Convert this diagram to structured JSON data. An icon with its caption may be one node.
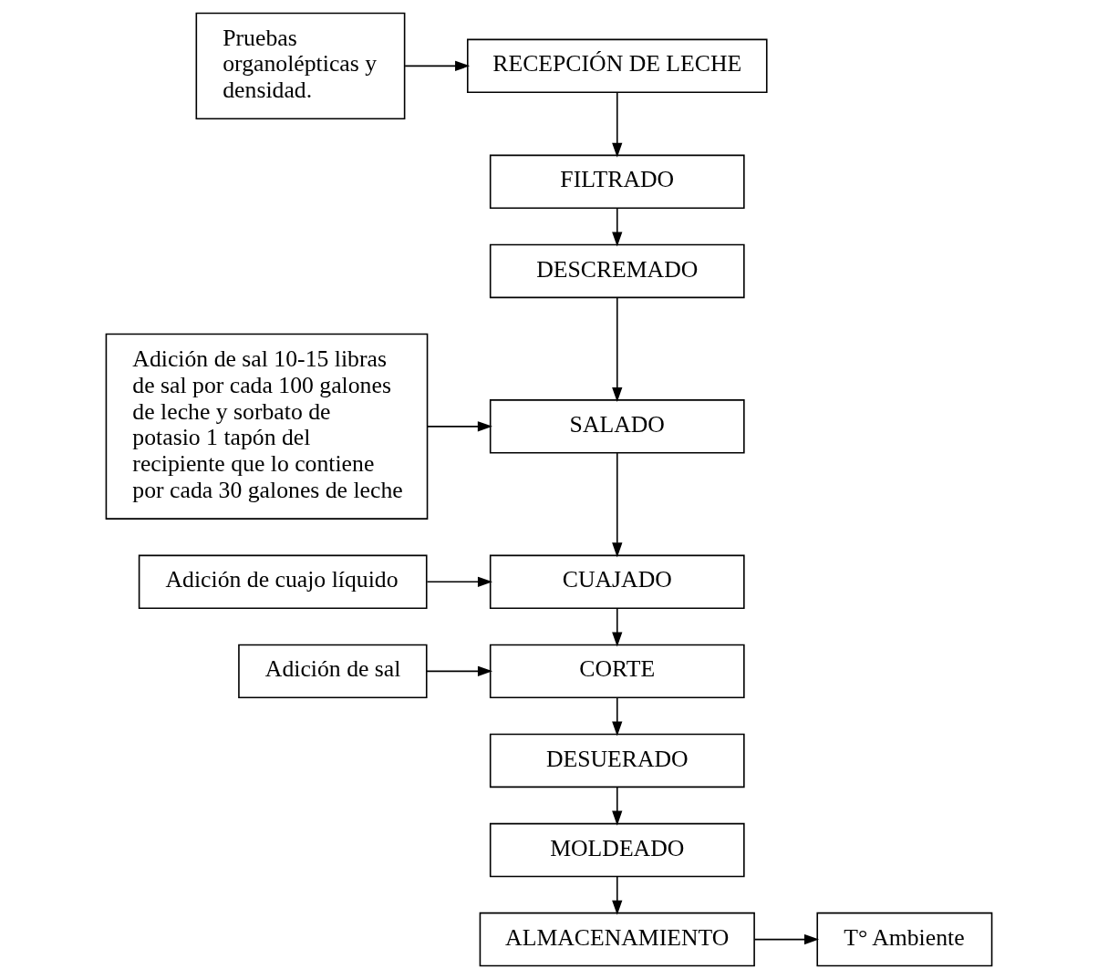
{
  "diagram": {
    "nodes": [
      {
        "text": [
          "RECEPCIÓN DE LECHE"
        ]
      },
      {
        "text": [
          "Pruebas organolépticas y densidad."
        ]
      },
      {
        "text": [
          "FILTRADO"
        ]
      },
      {
        "text": [
          "DESCREMADO"
        ]
      },
      {
        "text": [
          "Adición de sal 10-15 libras de sal por cada 100 galones de leche y sorbato de potasio 1 tapón del recipiente que lo contiene por cada 30 galones de leche"
        ]
      },
      {
        "text": [
          "SALADO"
        ]
      },
      {
        "text": [
          "Adición de cuajo líquido"
        ]
      },
      {
        "text": [
          "CUAJADO"
        ]
      },
      {
        "text": [
          "CORTE"
        ]
      },
      {
        "text": [
          "Adición de sal"
        ]
      },
      {
        "text": [
          "DESUERADO"
        ]
      },
      {
        "text": [
          "MOLDEADO"
        ]
      },
      {
        "text": [
          "ALMACENAMIENTO"
        ]
      },
      {
        "text": [
          "T° Ambiente"
        ]
      }
    ],
    "edges": [
      {
        "from": 1,
        "to": 0,
        "arrow": "to"
      },
      {
        "from": 0,
        "to": 2,
        "arrow": "to"
      },
      {
        "from": 2,
        "to": 3,
        "arrow": "to"
      },
      {
        "from": 3,
        "to": 5,
        "arrow": "to"
      },
      {
        "from": 4,
        "to": 5,
        "arrow": "to"
      },
      {
        "from": 5,
        "to": 7,
        "arrow": "to"
      },
      {
        "from": 6,
        "to": 7,
        "arrow": "to"
      },
      {
        "from": 7,
        "to": 8,
        "arrow": "to"
      },
      {
        "from": 9,
        "to": 8,
        "arrow": "to"
      },
      {
        "from": 8,
        "to": 10,
        "arrow": "to"
      },
      {
        "from": 10,
        "to": 11,
        "arrow": "to"
      },
      {
        "from": 11,
        "to": 12,
        "arrow": "to"
      },
      {
        "from": 12,
        "to": 13,
        "arrow": "to"
      }
    ]
  }
}
